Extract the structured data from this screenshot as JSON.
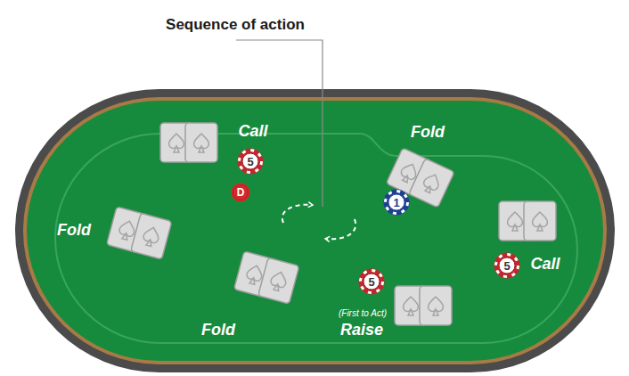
{
  "diagram": {
    "title": "Sequence of action",
    "nodes": [
      {
        "text": [
          "5"
        ]
      },
      {
        "text": [
          "D"
        ]
      },
      {
        "text": [
          "1"
        ]
      },
      {
        "text": [
          "5"
        ]
      },
      {
        "text": [
          "5"
        ]
      }
    ],
    "labels": [
      "Call",
      "Fold",
      "Fold",
      "Call",
      "(First to Act)",
      "Raise",
      "Fold"
    ]
  }
}
